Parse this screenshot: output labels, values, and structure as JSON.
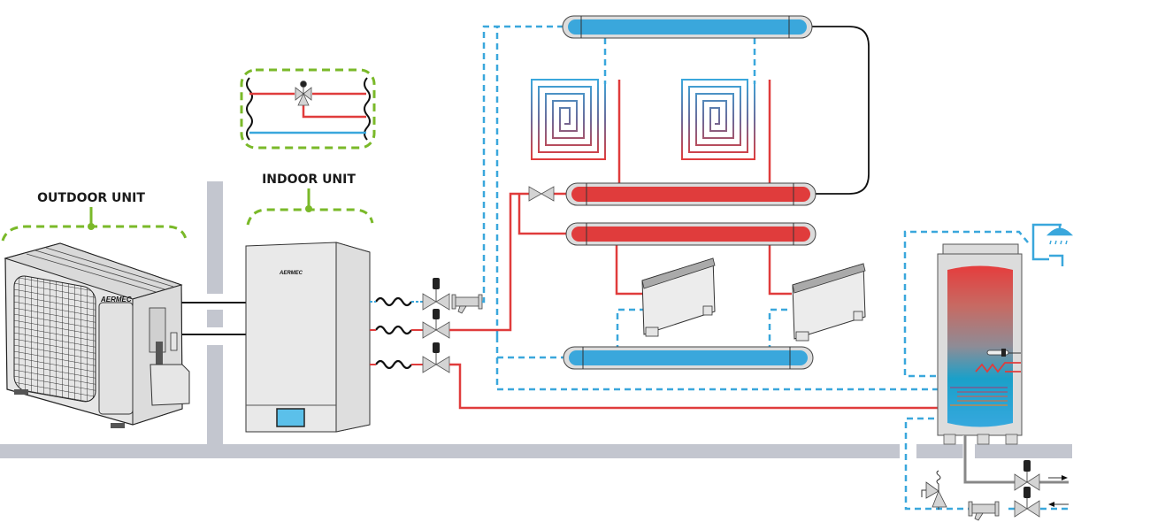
{
  "diagram": {
    "title": "Heat pump hydronic system schematic",
    "labels": {
      "outdoor_unit": "OUTDOOR UNIT",
      "indoor_unit": "INDOOR UNIT"
    },
    "brand": {
      "outdoor": "AERMEC",
      "indoor": "AERMEC"
    },
    "colors": {
      "hot": "#e03c3c",
      "cold": "#3aa7dc",
      "group_outline": "#7ab929",
      "wall": "#c3c6cf",
      "unit_body": "#e9e9e9",
      "valve": "#d4d4d4",
      "line": "#1a1a1a"
    },
    "components": [
      {
        "id": "outdoor-unit",
        "name": "Outdoor unit"
      },
      {
        "id": "indoor-unit",
        "name": "Indoor unit"
      },
      {
        "id": "three-way-valve-detail",
        "name": "Three-way valve detail"
      },
      {
        "id": "manifold-floor-return",
        "name": "Floor heating return manifold",
        "flow": "cold"
      },
      {
        "id": "manifold-floor-supply",
        "name": "Floor heating supply manifold",
        "flow": "hot"
      },
      {
        "id": "manifold-fancoil-supply",
        "name": "Fan coil supply manifold",
        "flow": "hot"
      },
      {
        "id": "manifold-fancoil-return",
        "name": "Fan coil return manifold",
        "flow": "cold"
      },
      {
        "id": "radiant-loop-1",
        "name": "Radiant floor loop 1"
      },
      {
        "id": "radiant-loop-2",
        "name": "Radiant floor loop 2"
      },
      {
        "id": "fan-coil-1",
        "name": "Fan coil 1"
      },
      {
        "id": "fan-coil-2",
        "name": "Fan coil 2"
      },
      {
        "id": "dhw-tank",
        "name": "Domestic hot water storage tank"
      },
      {
        "id": "shower-tap",
        "name": "Domestic hot water outlet (shower/tap)"
      },
      {
        "id": "safety-valve",
        "name": "Safety relief valve"
      },
      {
        "id": "strainer-1",
        "name": "Y-strainer (indoor unit return)"
      },
      {
        "id": "strainer-2",
        "name": "Y-strainer (cold water inlet)"
      }
    ]
  }
}
